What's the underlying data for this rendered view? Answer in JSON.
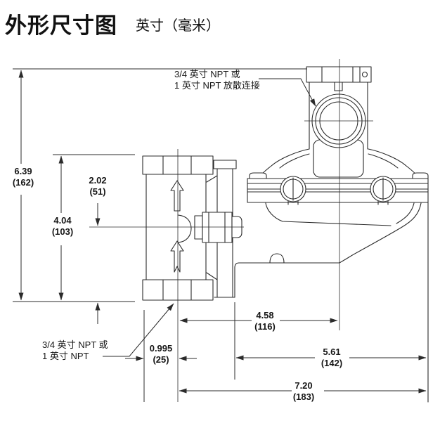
{
  "page": {
    "background": "#ffffff",
    "line_color": "#2b2b2b",
    "text_color": "#1a1a1a"
  },
  "title": {
    "main": "外形尺寸图",
    "subtitle": "英寸（毫米）"
  },
  "callouts": {
    "vent": {
      "line1": "3/4 英寸 NPT 或",
      "line2": "1 英寸 NPT 放散连接"
    },
    "inlet": {
      "line1": "3/4 英寸 NPT 或",
      "line2": "1 英寸 NPT"
    }
  },
  "dimensions": {
    "overall_height": {
      "inches": "6.39",
      "mm": "(162)"
    },
    "center_to_base": {
      "inches": "2.02",
      "mm": "(51)"
    },
    "body_height": {
      "inches": "4.04",
      "mm": "(103)"
    },
    "body_face_to_center": {
      "inches": "0.995",
      "mm": "(25)"
    },
    "center_to_actuator_center": {
      "inches": "4.58",
      "mm": "(116)"
    },
    "actuator_width": {
      "inches": "5.61",
      "mm": "(142)"
    },
    "overall_width": {
      "inches": "7.20",
      "mm": "(183)"
    }
  }
}
